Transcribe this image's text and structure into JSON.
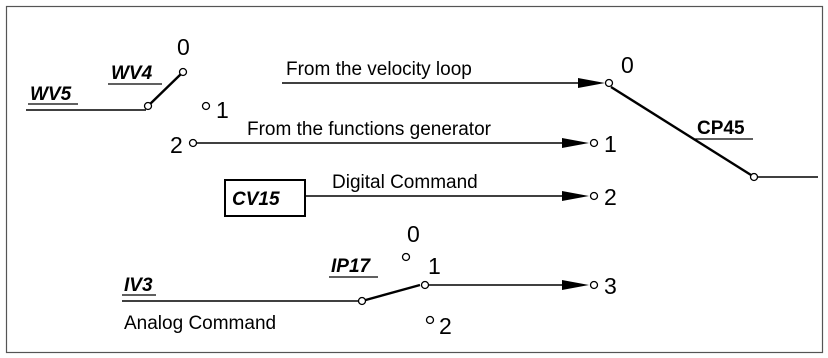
{
  "labels": {
    "wv5": "WV5",
    "wv4": "WV4",
    "cp45": "CP45",
    "cv15": "CV15",
    "ip17": "IP17",
    "iv3": "IV3"
  },
  "signals": {
    "velocity_loop": "From the velocity loop",
    "functions_generator": "From the functions generator",
    "digital_command": "Digital Command",
    "analog_command": "Analog Command"
  },
  "positions": {
    "wv4": [
      "0",
      "1",
      "2"
    ],
    "cp45": [
      "0",
      "1",
      "2",
      "3"
    ],
    "ip17": [
      "0",
      "1",
      "2"
    ]
  }
}
